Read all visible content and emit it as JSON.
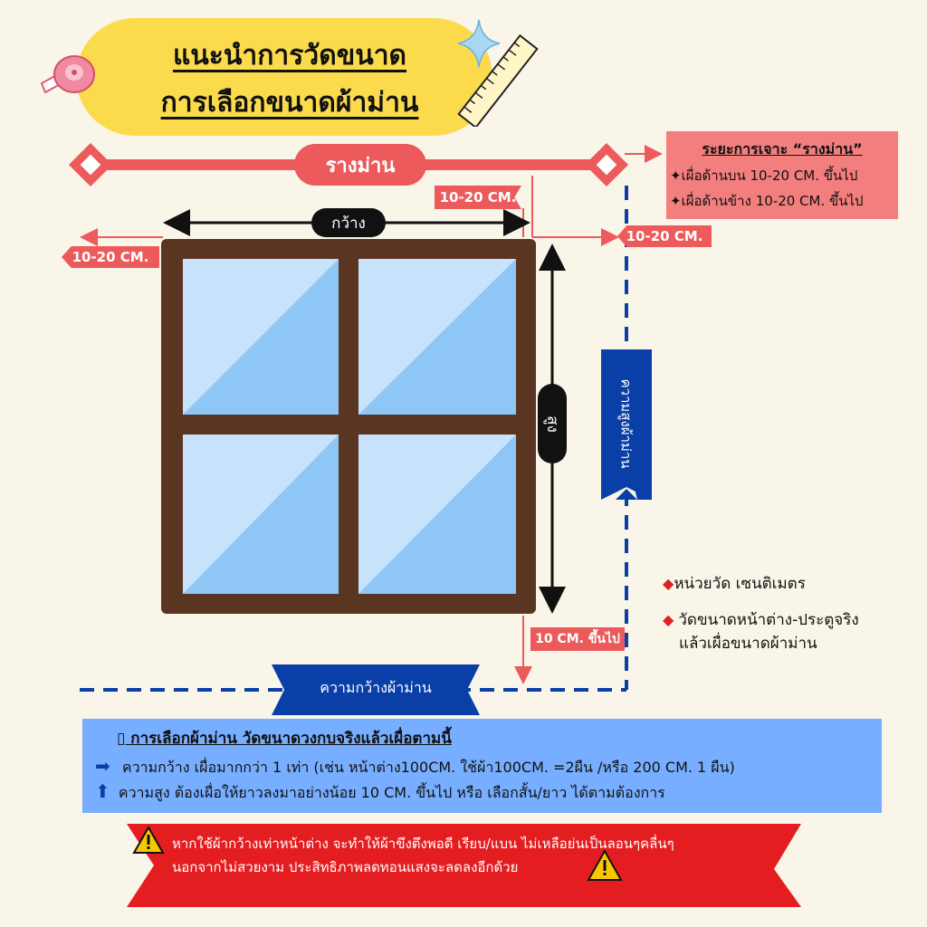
{
  "title": {
    "line1": "แนะนำการวัดขนาด",
    "line2": "การเลือกขนาดผ้าม่าน"
  },
  "rail": {
    "label": "รางม่าน"
  },
  "labels": {
    "width": "กว้าง",
    "height": "สูง",
    "offset_top": "10-20 CM.",
    "offset_left": "10-20 CM.",
    "offset_side": "10-20 CM.",
    "offset_bottom": "10 CM. ขึ้นไป",
    "curtain_height": "ความสูงผ้าม่าน",
    "curtain_width": "ความกว้างผ้าม่าน"
  },
  "rail_info": {
    "heading": "ระยะการเจาะ “รางม่าน”",
    "rows": [
      "เผื่อด้านบน 10-20 CM. ขึ้นไป",
      "เผื่อด้านข้าง 10-20 CM. ขึ้นไป"
    ]
  },
  "notes": [
    "หน่วยวัด เซนติเมตร",
    "วัดขนาดหน้าต่าง-ประตูจริง",
    "แล้วเผื่อขนาดผ้าม่าน"
  ],
  "guide": {
    "heading": "การเลือกผ้าม่าน วัดขนาดวงกบจริงแล้วเผื่อตามนี้",
    "width_rule": "ความกว้าง เผื่อมากกว่า 1 เท่า (เช่น หน้าต่าง100CM. ใช้ผ้า100CM. =2ผืน /หรือ 200 CM. 1 ผืน)",
    "height_rule": "ความสูง ต้องเผื่อให้ยาวลงมาอย่างน้อย 10 CM. ขึ้นไป หรือ เลือกสั้น/ยาว ได้ตามต้องการ"
  },
  "warning": {
    "line1": "หากใช้ผ้ากว้างเท่าหน้าต่าง จะทำให้ผ้าขึงตึงพอดี เรียบ/แบน ไม่เหลือย่นเป็นลอนๆคลื่นๆ",
    "line2": "นอกจากไม่สวยงาม ประสิทธิภาพลดทอนแสงจะลดลงอีกด้วย"
  },
  "colors": {
    "background": "#f9f5e8",
    "title_pill": "#fbdb4c",
    "rail": "#ec5a5c",
    "frame": "#4e2c1a",
    "glass_light": "#c7e3fb",
    "glass_dark": "#8ec7f6",
    "curtain_blue": "#0a3fa8",
    "guide_box": "#78aeff",
    "warning_banner": "#e41e20"
  },
  "icons": [
    "tape-measure-icon",
    "ruler-icon",
    "sparkle-icon",
    "arrow-right-icon",
    "arrow-up-icon",
    "warning-icon"
  ]
}
